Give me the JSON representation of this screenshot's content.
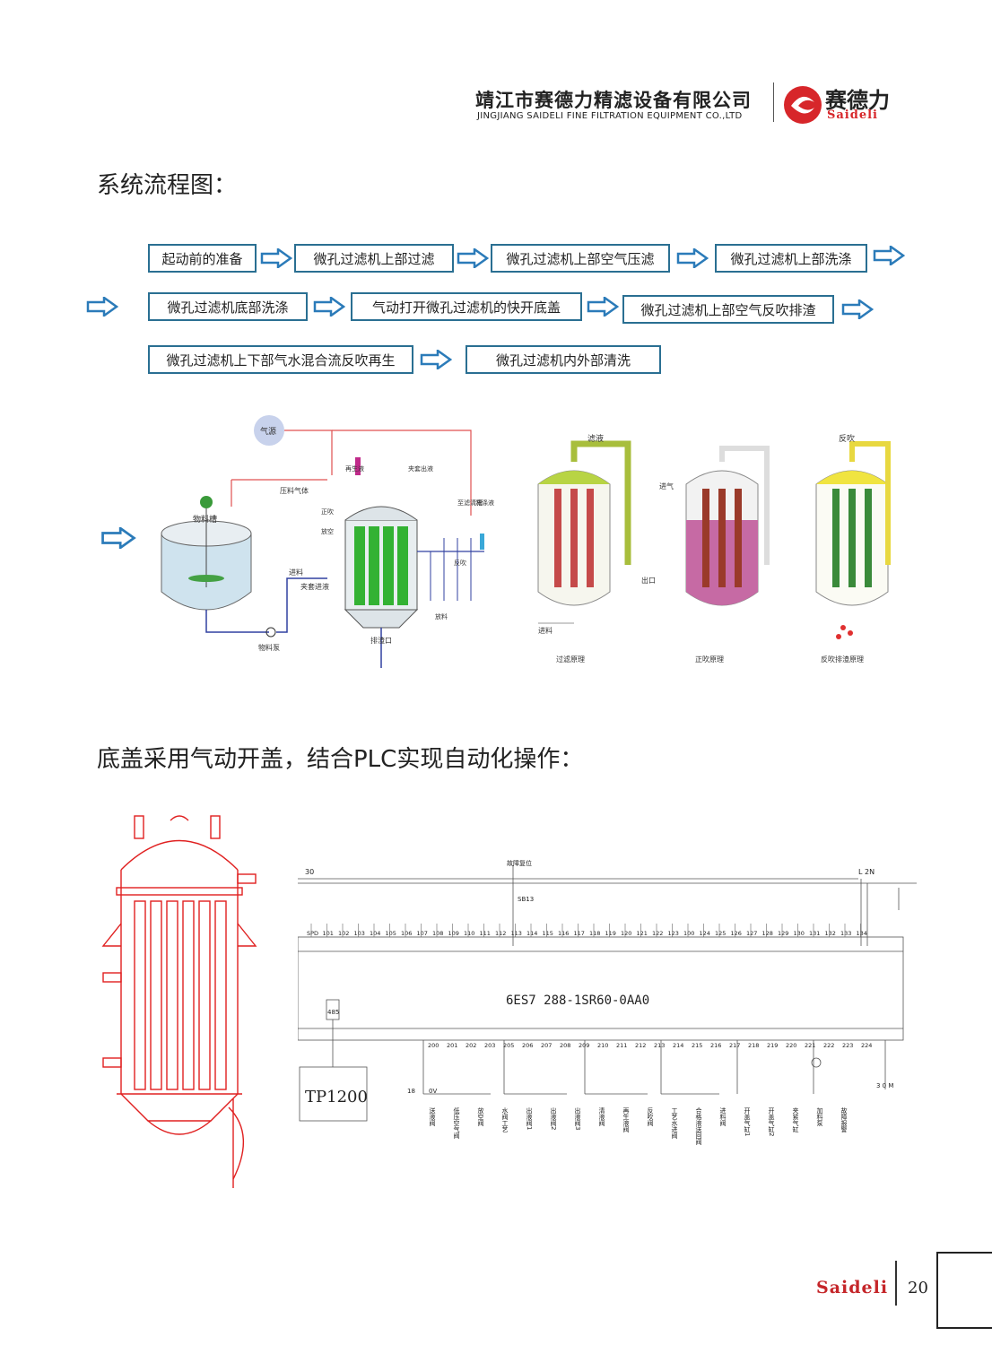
{
  "header": {
    "company_cn": "靖江市赛德力精滤设备有限公司",
    "company_en": "JINGJIANG SAIDELI FINE FILTRATION EQUIPMENT CO.,LTD",
    "logo_cn": "赛德力",
    "logo_en": "Saideli"
  },
  "section1": {
    "title": "系统流程图："
  },
  "flow": {
    "steps": [
      "起动前的准备",
      "微孔过滤机上部过滤",
      "微孔过滤机上部空气压滤",
      "微孔过滤机上部洗涤",
      "微孔过滤机底部洗涤",
      "气动打开微孔过滤机的快开底盖",
      "微孔过滤机上部空气反吹排渣",
      "微孔过滤机上下部气水混合流反吹再生",
      "微孔过滤机内外部清洗"
    ]
  },
  "diagram1": {
    "labels": {
      "air_source": "气源",
      "material_tank": "物料槽",
      "compressed_air": "压料气体",
      "feed": "进料",
      "jacket_in": "夹套进液",
      "material_pump": "物料泵",
      "regen": "再生液",
      "jacket_out": "夹套出液",
      "to_tank": "至滤清槽",
      "wash": "洗涤液",
      "forward_blow": "正吹",
      "vent": "放空",
      "back_blow": "反吹",
      "slag": "排渣口",
      "drain": "放料"
    }
  },
  "diagram2": {
    "labels": {
      "filtrate": "滤液",
      "outlet": "出口",
      "feed": "进料",
      "air_in": "进气",
      "back_blow": "反吹",
      "caption1": "过滤原理",
      "caption2": "正吹原理",
      "caption3": "反吹排渣原理"
    }
  },
  "section2": {
    "title": "底盖采用气动开盖，结合PLC实现自动化操作："
  },
  "plc": {
    "model": "6ES7  288-1SR60-0AA0",
    "hmi": "TP1200",
    "port": "485",
    "line_30": "30",
    "line_L2N": "L 2N",
    "in_terms": [
      "SPD",
      "101",
      "102",
      "103",
      "104",
      "105",
      "106",
      "107",
      "108",
      "109",
      "110",
      "111",
      "112",
      "113",
      "114",
      "115",
      "116",
      "117",
      "118",
      "119",
      "120",
      "121",
      "122",
      "123",
      "100",
      "124",
      "125",
      "126",
      "127",
      "128",
      "129",
      "130",
      "131",
      "132",
      "133",
      "134"
    ],
    "out_terms": [
      "200",
      "201",
      "202",
      "203",
      "205",
      "206",
      "207",
      "208",
      "209",
      "210",
      "211",
      "212",
      "213",
      "214",
      "215",
      "216",
      "217",
      "218",
      "219",
      "220",
      "221",
      "222",
      "223",
      "224"
    ],
    "switch_label": "SB13",
    "reset_label": "故障复位",
    "bottom_labels": [
      "送液阀",
      "低压空气阀",
      "放空阀",
      "水阀工艺",
      "出液阀1",
      "出液阀2",
      "出液阀3",
      "清液阀",
      "再生液阀",
      "反吹阀",
      "工艺水进阀",
      "合格液送回阀",
      "进料阀",
      "开盖气缸1",
      "开盖气缸2",
      "夹紧气缸",
      "加料泵",
      "故障报警"
    ],
    "n18": "18",
    "n0v": "0V",
    "n30m": "3 0 M"
  },
  "footer": {
    "brand": "Saideli",
    "page": "20"
  },
  "colors": {
    "flow_border": "#2a6f92",
    "arrow": "#2b7bb9",
    "brand_red": "#c5262a",
    "vessel_red": "#e02020"
  }
}
